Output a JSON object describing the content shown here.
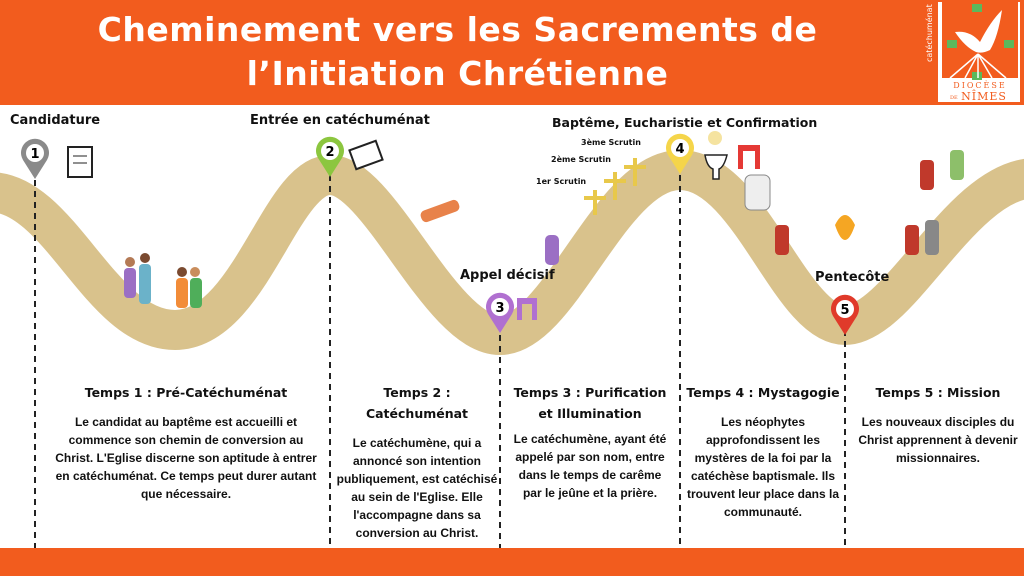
{
  "header": {
    "title_line1": "Cheminement vers les Sacrements de",
    "title_line2": "l’Initiation Chrétienne"
  },
  "logo": {
    "side_text": "catéchuménat",
    "line1": "DIOCÈSE",
    "line2": "NÎMES",
    "prefix": "DE"
  },
  "colors": {
    "brand": "#f25c1e",
    "road": "#d9c28c"
  },
  "milestones": [
    {
      "num": "1",
      "label": "Candidature",
      "color": "#8a8a8a"
    },
    {
      "num": "2",
      "label": "Entrée en catéchuménat",
      "color": "#8cc63f"
    },
    {
      "num": "3",
      "label": "Appel décisif",
      "color": "#b070d0"
    },
    {
      "num": "4",
      "label": "Baptême, Eucharistie et Confirmation",
      "color": "#f5d54a"
    },
    {
      "num": "5",
      "label": "Pentecôte",
      "color": "#e03a2a"
    }
  ],
  "scrutins": [
    "3ème Scrutin",
    "2ème Scrutin",
    "1er Scrutin"
  ],
  "columns": [
    {
      "title": "Temps 1 : Pré-Catéchuménat",
      "text": "Le candidat au baptême est accueilli et commence son chemin de conversion au Christ. L'Eglise discerne son aptitude à entrer en catéchuménat. Ce temps peut durer autant que nécessaire."
    },
    {
      "title": "Temps 2 : Catéchuménat",
      "text": "Le catéchumène, qui a annoncé son intention publiquement, est catéchisé au sein de l'Eglise. Elle l'accompagne dans sa conversion au Christ."
    },
    {
      "title": "Temps 3 : Purification et Illumination",
      "text": "Le catéchumène, ayant été appelé par son nom, entre dans le temps de carême par le jeûne et la prière."
    },
    {
      "title": "Temps 4 : Mystagogie",
      "text": "Les néophytes approfondissent les mystères de la foi par la catéchèse baptismale. Ils trouvent leur place dans la communauté."
    },
    {
      "title": "Temps 5 : Mission",
      "text": "Les nouveaux disciples du Christ apprennent à devenir missionnaires."
    }
  ]
}
